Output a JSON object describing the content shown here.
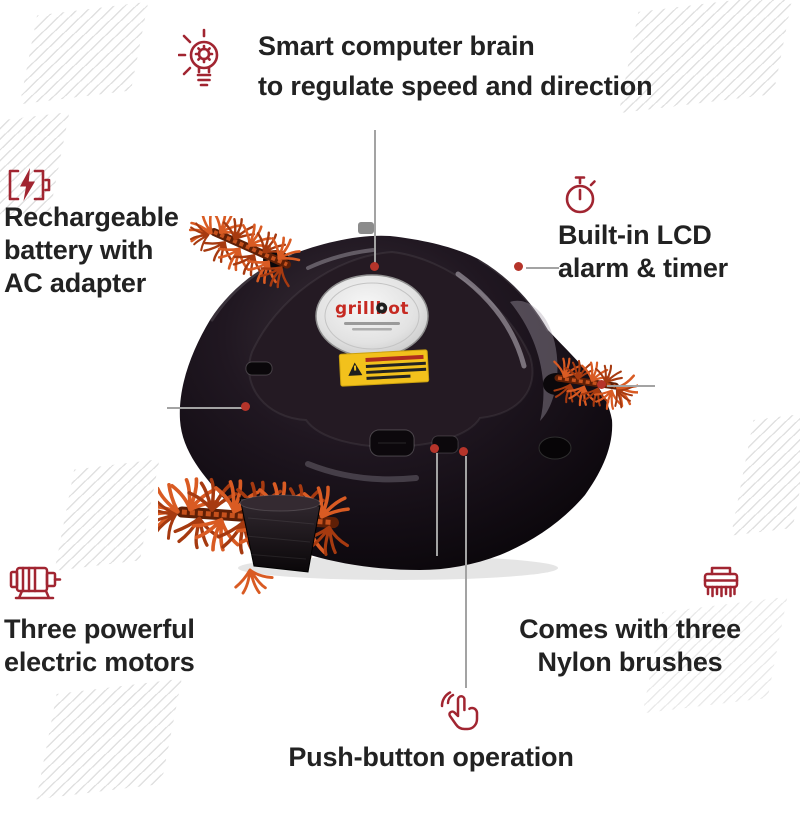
{
  "colors": {
    "accent_red": "#a12531",
    "callout_dot": "#b5342a",
    "callout_line": "#a3a3a3",
    "brush_orange": "#c6511d",
    "body_black": "#16101a",
    "sticker_yellow": "#f2c11c",
    "logo_red": "#c62a22"
  },
  "product": {
    "logo_text": "grillbot"
  },
  "features": {
    "brain": {
      "icon": "lightbulb-gear-icon",
      "line1": "Smart computer brain",
      "line2": "to regulate speed and direction"
    },
    "battery": {
      "icon": "battery-charging-icon",
      "line1": "Rechargeable",
      "line2": "battery with",
      "line3": "AC adapter"
    },
    "lcd": {
      "icon": "timer-icon",
      "line1": "Built-in LCD",
      "line2": "alarm & timer"
    },
    "motors": {
      "icon": "motor-icon",
      "line1": "Three powerful",
      "line2": "electric motors"
    },
    "brushes": {
      "icon": "brush-icon",
      "line1": "Comes with three",
      "line2": "Nylon brushes"
    },
    "push": {
      "icon": "push-button-icon",
      "line1": "Push-button operation"
    }
  }
}
